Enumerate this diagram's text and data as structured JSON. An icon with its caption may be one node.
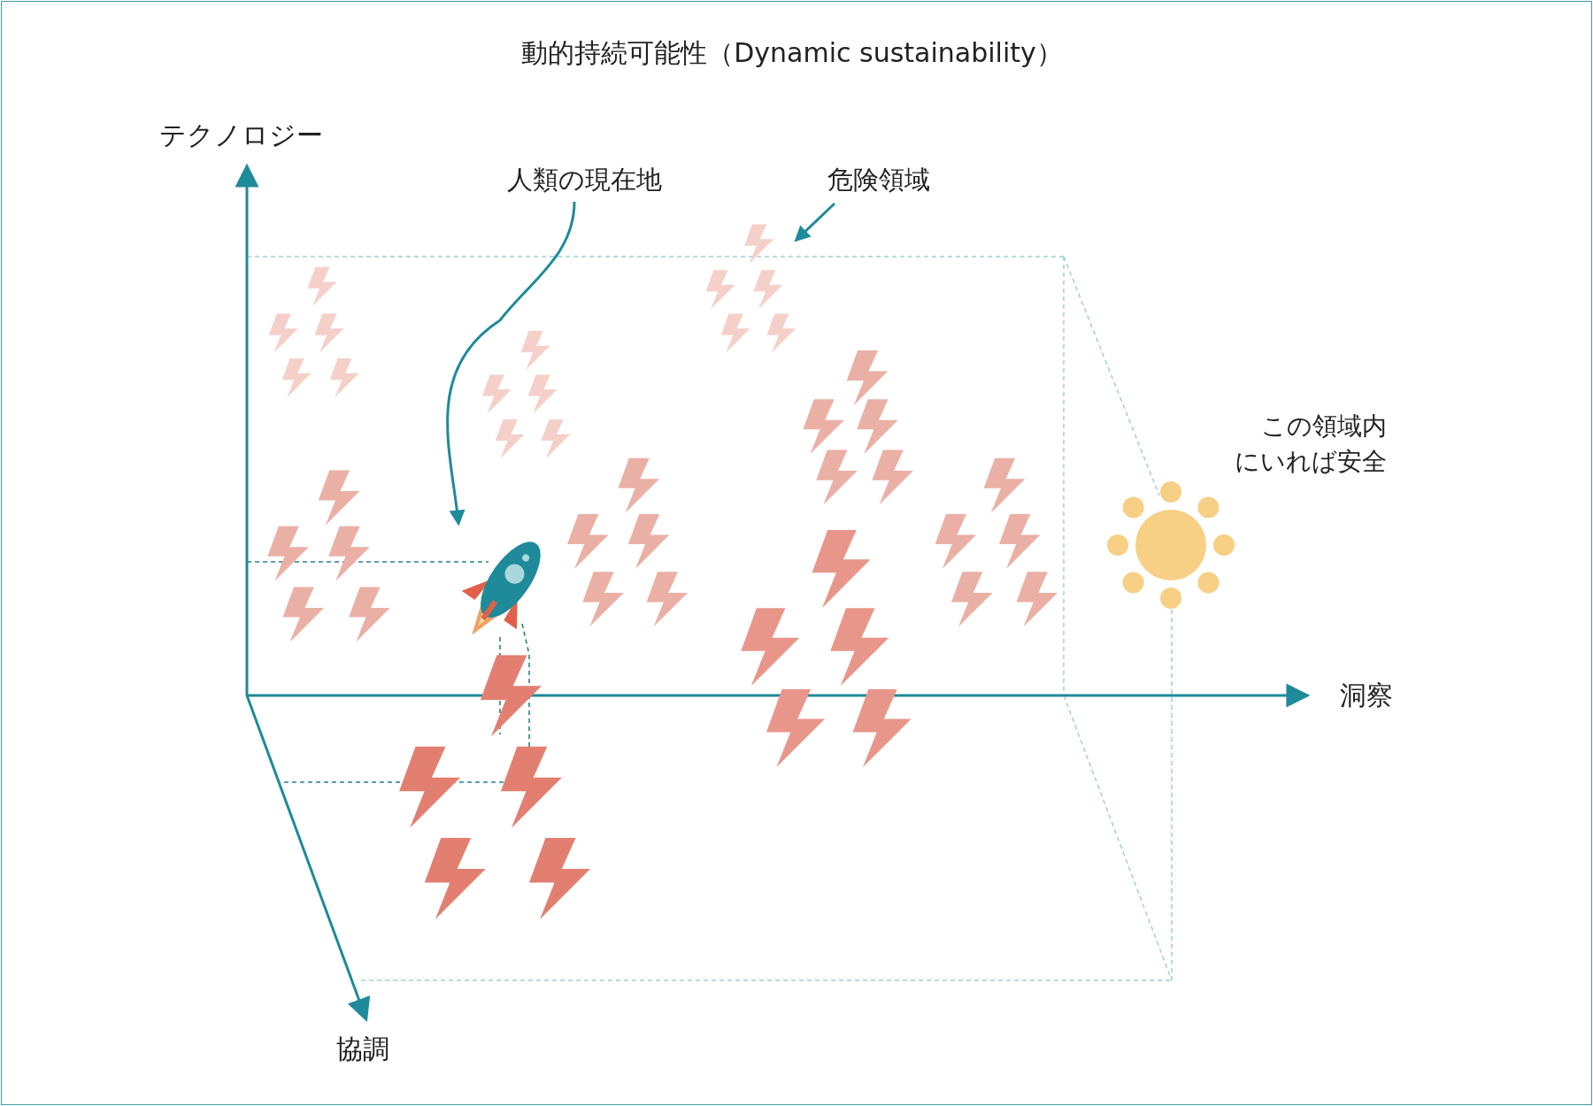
{
  "diagram": {
    "title": "動的持続可能性（Dynamic sustainability）",
    "nodes": [
      {
        "text": [
          "人類の現在地"
        ]
      },
      {
        "text": [],
        "shape": "picture"
      },
      {
        "text": [
          "危険領域"
        ]
      }
    ],
    "edges": [
      {
        "from": 0,
        "to": 1,
        "arrow": "to"
      },
      {
        "from": 2,
        "to": null,
        "arrow": "to"
      }
    ],
    "labels": [
      "テクノロジー",
      "洞察",
      "協調",
      "この領域内にいれば安全"
    ]
  }
}
